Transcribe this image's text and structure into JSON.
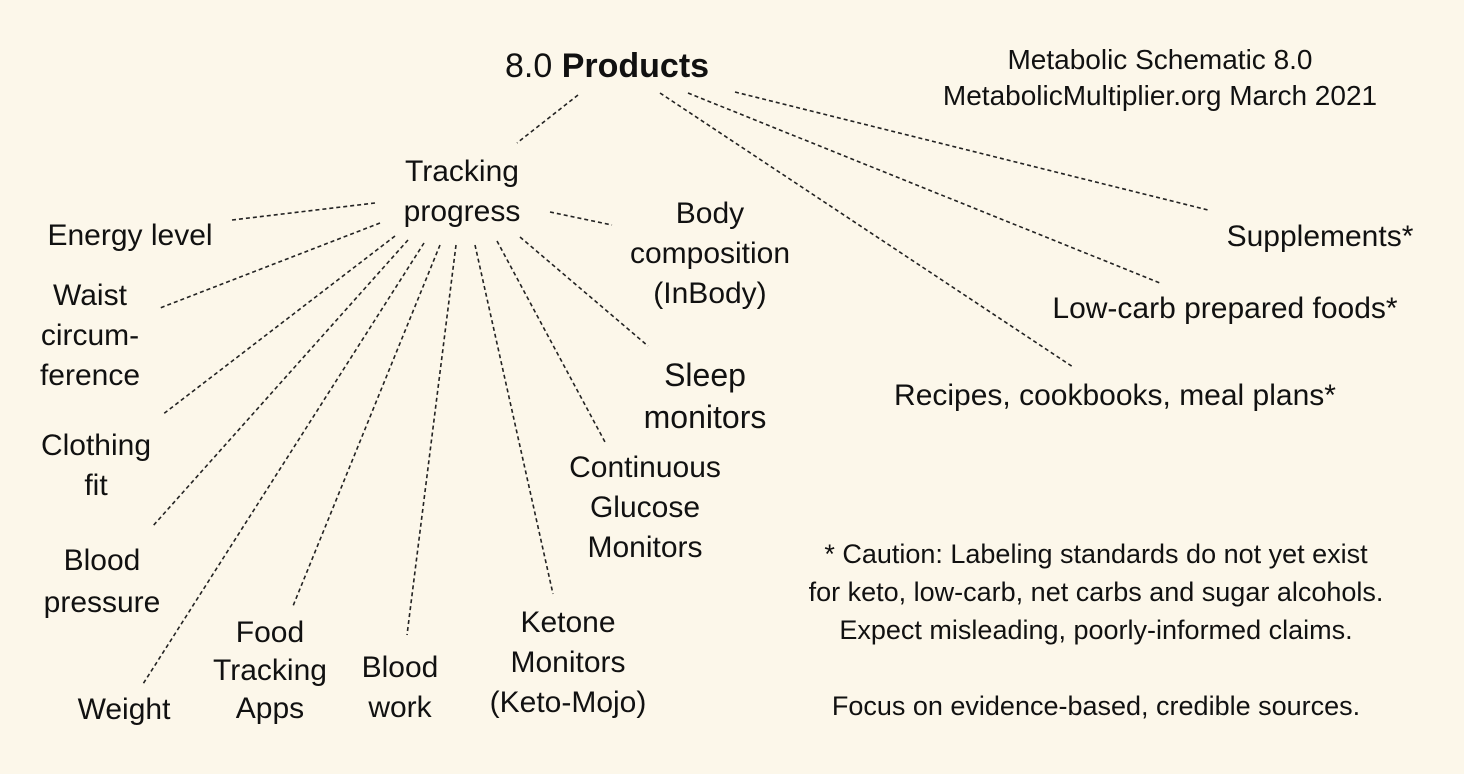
{
  "title": {
    "prefix": "8.0",
    "bold": "Products"
  },
  "meta": {
    "line1": "Metabolic Schematic 8.0",
    "line2": "MetabolicMultiplier.org March 2021"
  },
  "hub": {
    "lines": [
      "Tracking",
      "progress"
    ]
  },
  "tracking_items": {
    "energy": {
      "lines": [
        "Energy level"
      ]
    },
    "waist": {
      "lines": [
        "Waist",
        "circum-",
        "ference"
      ]
    },
    "clothing": {
      "lines": [
        "Clothing",
        "fit"
      ]
    },
    "bp": {
      "lines": [
        "Blood",
        "pressure"
      ]
    },
    "weight": {
      "lines": [
        "Weight"
      ]
    },
    "food": {
      "lines": [
        "Food",
        "Tracking",
        "Apps"
      ]
    },
    "bloodwork": {
      "lines": [
        "Blood",
        "work"
      ]
    },
    "ketone": {
      "lines": [
        "Ketone",
        "Monitors",
        "(Keto-Mojo)"
      ]
    },
    "cgm": {
      "lines": [
        "Continuous",
        "Glucose",
        "Monitors"
      ]
    },
    "sleep": {
      "lines": [
        "Sleep",
        "monitors"
      ]
    },
    "body": {
      "lines": [
        "Body",
        "composition",
        "(InBody)"
      ]
    }
  },
  "product_items": {
    "supplements": {
      "lines": [
        "Supplements*"
      ]
    },
    "lowcarb": {
      "lines": [
        "Low-carb prepared foods*"
      ]
    },
    "recipes": {
      "lines": [
        "Recipes, cookbooks, meal plans*"
      ]
    }
  },
  "note": {
    "line1": "* Caution: Labeling standards do not yet exist",
    "line2": "for keto, low-carb, net carbs and sugar alcohols.",
    "line3": "Expect misleading, poorly-informed claims.",
    "line4": "Focus on evidence-based, credible sources."
  }
}
